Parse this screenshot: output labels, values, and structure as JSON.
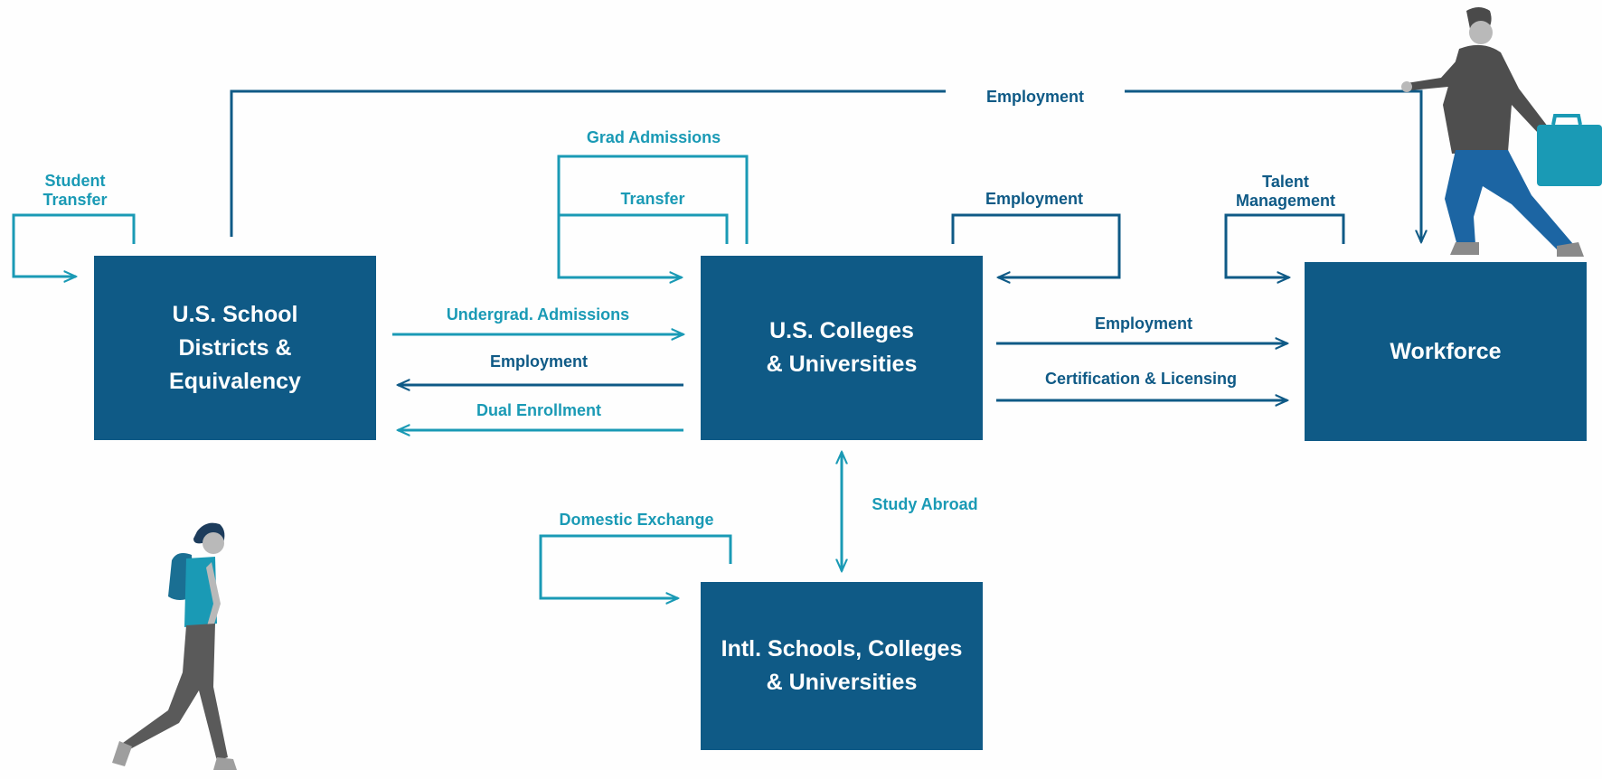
{
  "colors": {
    "box": "#0f5a86",
    "teal_arrow": "#1a9ab5",
    "navy_arrow": "#0f5a86",
    "box_text": "#ffffff"
  },
  "boxes": {
    "school_districts": "U.S. School\nDistricts &\nEquivalency",
    "colleges": "U.S. Colleges\n& Universities",
    "workforce": "Workforce",
    "intl": "Intl. Schools, Colleges\n& Universities"
  },
  "labels": {
    "student_transfer": "Student\nTransfer",
    "employment_top": "Employment",
    "grad_admissions": "Grad Admissions",
    "transfer": "Transfer",
    "employment_colleges_loop": "Employment",
    "talent_management": "Talent\nManagement",
    "undergrad_admissions": "Undergrad. Admissions",
    "employment_to_schools": "Employment",
    "dual_enrollment": "Dual Enrollment",
    "employment_to_workforce": "Employment",
    "certification_licensing": "Certification & Licensing",
    "study_abroad": "Study Abroad",
    "domestic_exchange": "Domestic Exchange"
  },
  "illustrations": {
    "walking_student": "walking-student-illustration",
    "climbing_professional": "climbing-professional-illustration"
  }
}
